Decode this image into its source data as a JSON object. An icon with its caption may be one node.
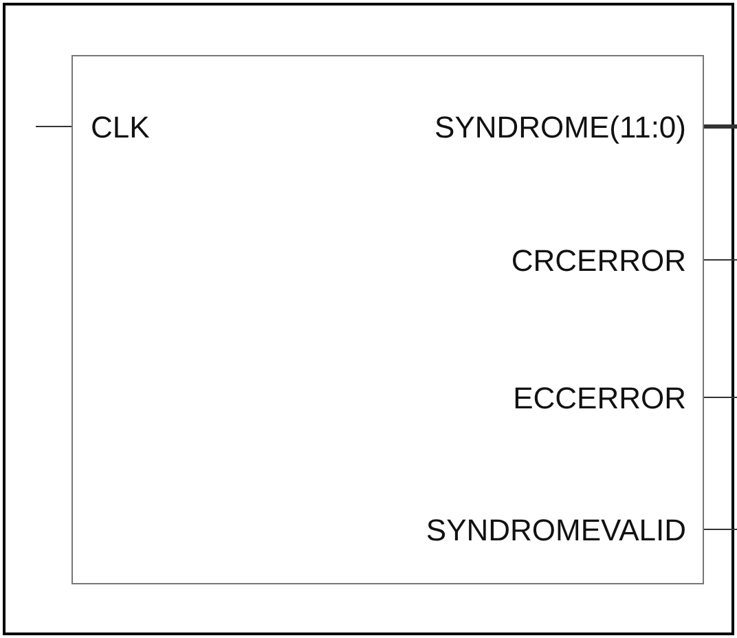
{
  "diagram": {
    "nodes": [
      {
        "text": [],
        "shape": "box"
      },
      {
        "text": [
          "CLK"
        ],
        "in": 0
      },
      {
        "text": [
          "SYNDROME(11:0)"
        ],
        "in": 0
      },
      {
        "text": [
          "CRCERROR"
        ],
        "in": 0
      },
      {
        "text": [
          "ECCERROR"
        ],
        "in": 0
      },
      {
        "text": [
          "SYNDROMEVALID"
        ],
        "in": 0
      }
    ],
    "edges": [
      {
        "from": null,
        "to": 1,
        "arrow": "none"
      },
      {
        "from": 2,
        "to": null,
        "arrow": "none",
        "style": "thick"
      },
      {
        "from": 3,
        "to": null,
        "arrow": "none"
      },
      {
        "from": 4,
        "to": null,
        "arrow": "none"
      },
      {
        "from": 5,
        "to": null,
        "arrow": "none"
      }
    ]
  }
}
